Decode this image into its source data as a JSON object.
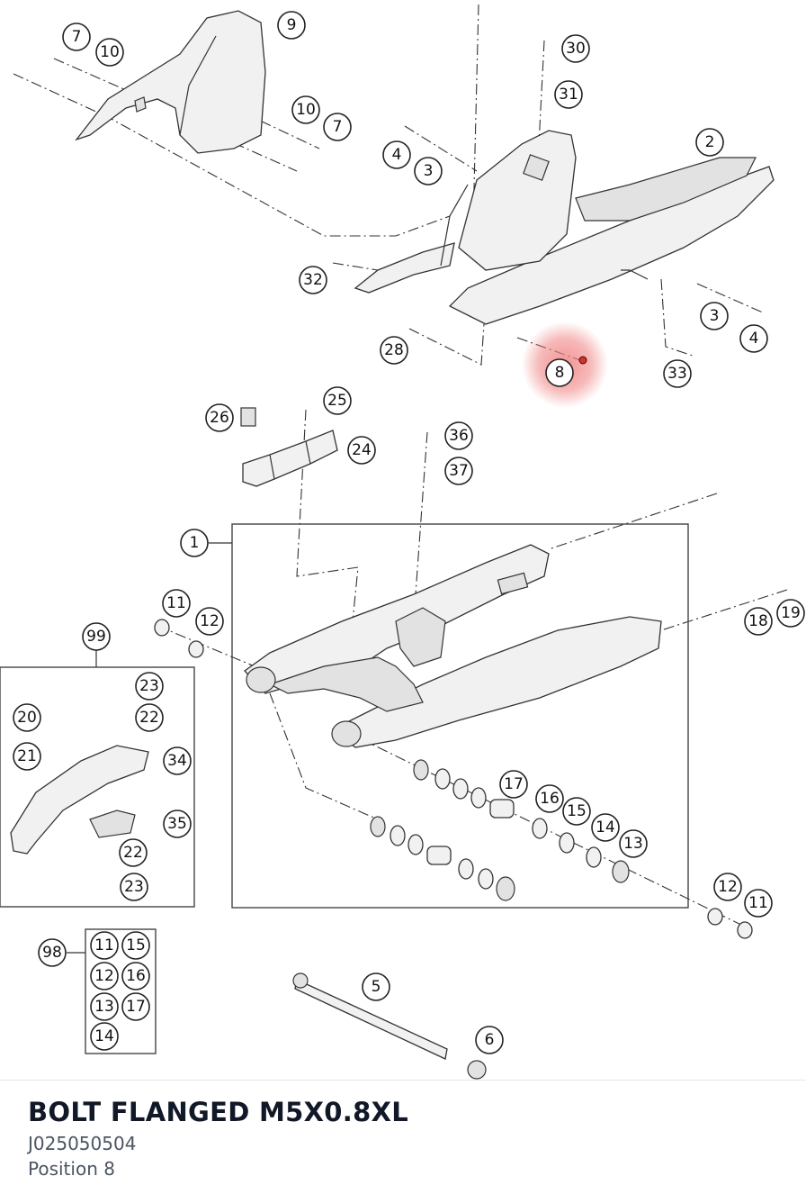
{
  "diagram": {
    "highlight_color": "#f08080",
    "highlighted_callout": "8",
    "callouts": {
      "c1": "1",
      "c2": "2",
      "c3a": "3",
      "c3b": "3",
      "c4a": "4",
      "c4b": "4",
      "c5": "5",
      "c6": "6",
      "c7a": "7",
      "c7b": "7",
      "c8": "8",
      "c9": "9",
      "c10a": "10",
      "c10b": "10",
      "c11a": "11",
      "c11b": "11",
      "c11c": "11",
      "c12a": "12",
      "c12b": "12",
      "c12c": "12",
      "c13a": "13",
      "c13b": "13",
      "c14a": "14",
      "c14b": "14",
      "c15a": "15",
      "c15b": "15",
      "c16a": "16",
      "c16b": "16",
      "c17a": "17",
      "c17b": "17",
      "c18": "18",
      "c19": "19",
      "c20": "20",
      "c21": "21",
      "c22a": "22",
      "c22b": "22",
      "c23a": "23",
      "c23b": "23",
      "c24": "24",
      "c25": "25",
      "c26": "26",
      "c28": "28",
      "c30": "30",
      "c31": "31",
      "c32": "32",
      "c33": "33",
      "c34": "34",
      "c35": "35",
      "c36": "36",
      "c37": "37",
      "c98": "98",
      "c99": "99"
    }
  },
  "part": {
    "title": "BOLT FLANGED M5X0.8XL",
    "number": "J025050504",
    "position": "Position 8"
  }
}
